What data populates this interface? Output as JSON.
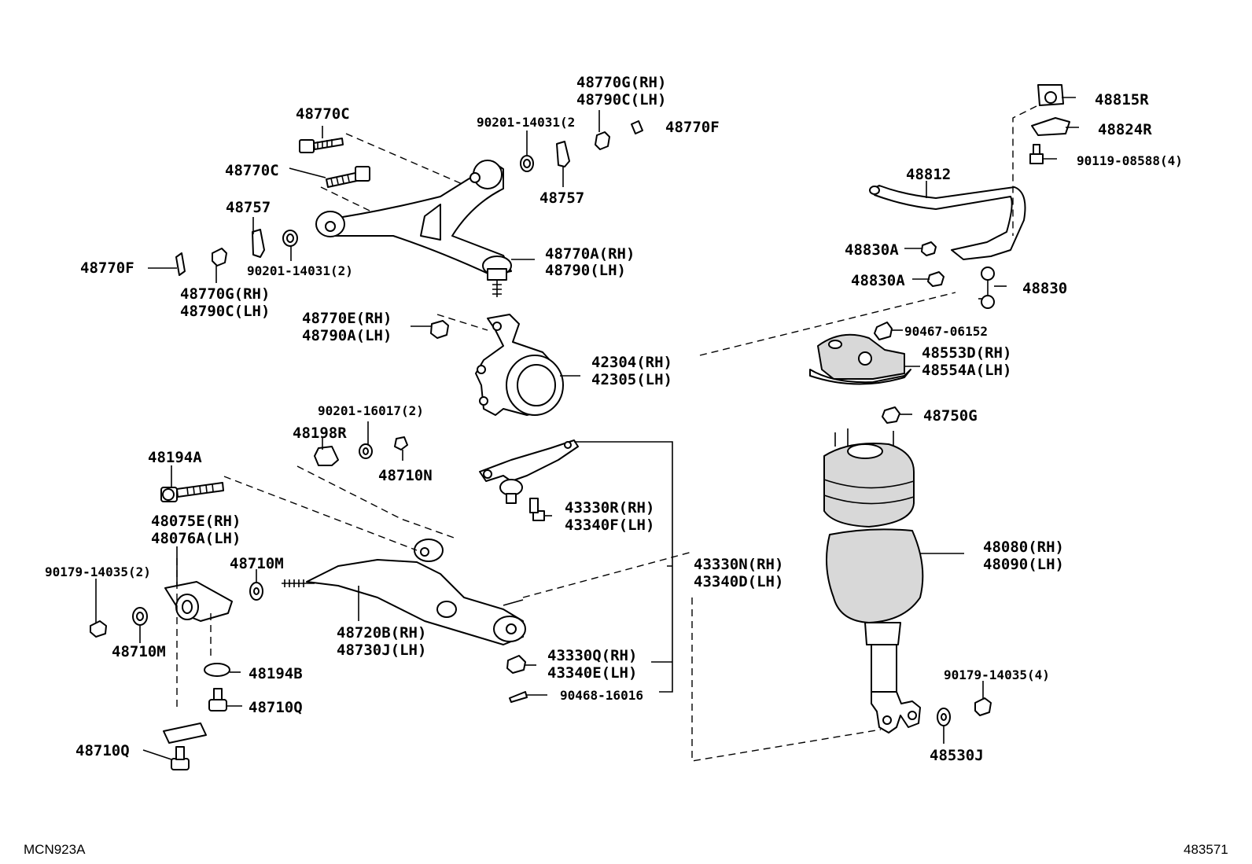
{
  "diagram": {
    "code_left": "MCN923A",
    "code_right": "483571",
    "labels": {
      "l_48770C_a": "48770C",
      "l_48770C_b": "48770C",
      "l_48757_a": "48757",
      "l_48770F_a": "48770F",
      "l_90201_14031_a": "90201-14031(2)",
      "l_48770G_rh_a": "48770G(RH)",
      "l_48790C_lh_a": "48790C(LH)",
      "l_48770G_rh_b": "48770G(RH)",
      "l_48790C_lh_b": "48790C(LH)",
      "l_90201_14031_b": "90201-14031(2",
      "l_48770F_b": "48770F",
      "l_48757_b": "48757",
      "l_48770A_rh": "48770A(RH)",
      "l_48790_lh": "48790(LH)",
      "l_48770E_rh": "48770E(RH)",
      "l_48790A_lh": "48790A(LH)",
      "l_42304_rh": "42304(RH)",
      "l_42305_lh": "42305(LH)",
      "l_90201_16017": "90201-16017(2)",
      "l_48198R": "48198R",
      "l_48710N": "48710N",
      "l_48194A": "48194A",
      "l_48075E_rh": "48075E(RH)",
      "l_48076A_lh": "48076A(LH)",
      "l_90179_14035_a": "90179-14035(2)",
      "l_48710M_a": "48710M",
      "l_48710M_b": "48710M",
      "l_48194B": "48194B",
      "l_48710Q_a": "48710Q",
      "l_48710Q_b": "48710Q",
      "l_48720B_rh": "48720B(RH)",
      "l_48730J_lh": "48730J(LH)",
      "l_43330R_rh": "43330R(RH)",
      "l_43340F_lh": "43340F(LH)",
      "l_43330N_rh": "43330N(RH)",
      "l_43340D_lh": "43340D(LH)",
      "l_43330Q_rh": "43330Q(RH)",
      "l_43340E_lh": "43340E(LH)",
      "l_90468_16016": "90468-16016",
      "l_48815R": "48815R",
      "l_48824R": "48824R",
      "l_90119_08588": "90119-08588(4)",
      "l_48812": "48812",
      "l_48830A_a": "48830A",
      "l_48830A_b": "48830A",
      "l_48830": "48830",
      "l_90467_06152": "90467-06152",
      "l_48553D_rh": "48553D(RH)",
      "l_48554A_lh": "48554A(LH)",
      "l_48750G": "48750G",
      "l_48080_rh": "48080(RH)",
      "l_48090_lh": "48090(LH)",
      "l_90179_14035_b": "90179-14035(4)",
      "l_48530J": "48530J"
    }
  }
}
